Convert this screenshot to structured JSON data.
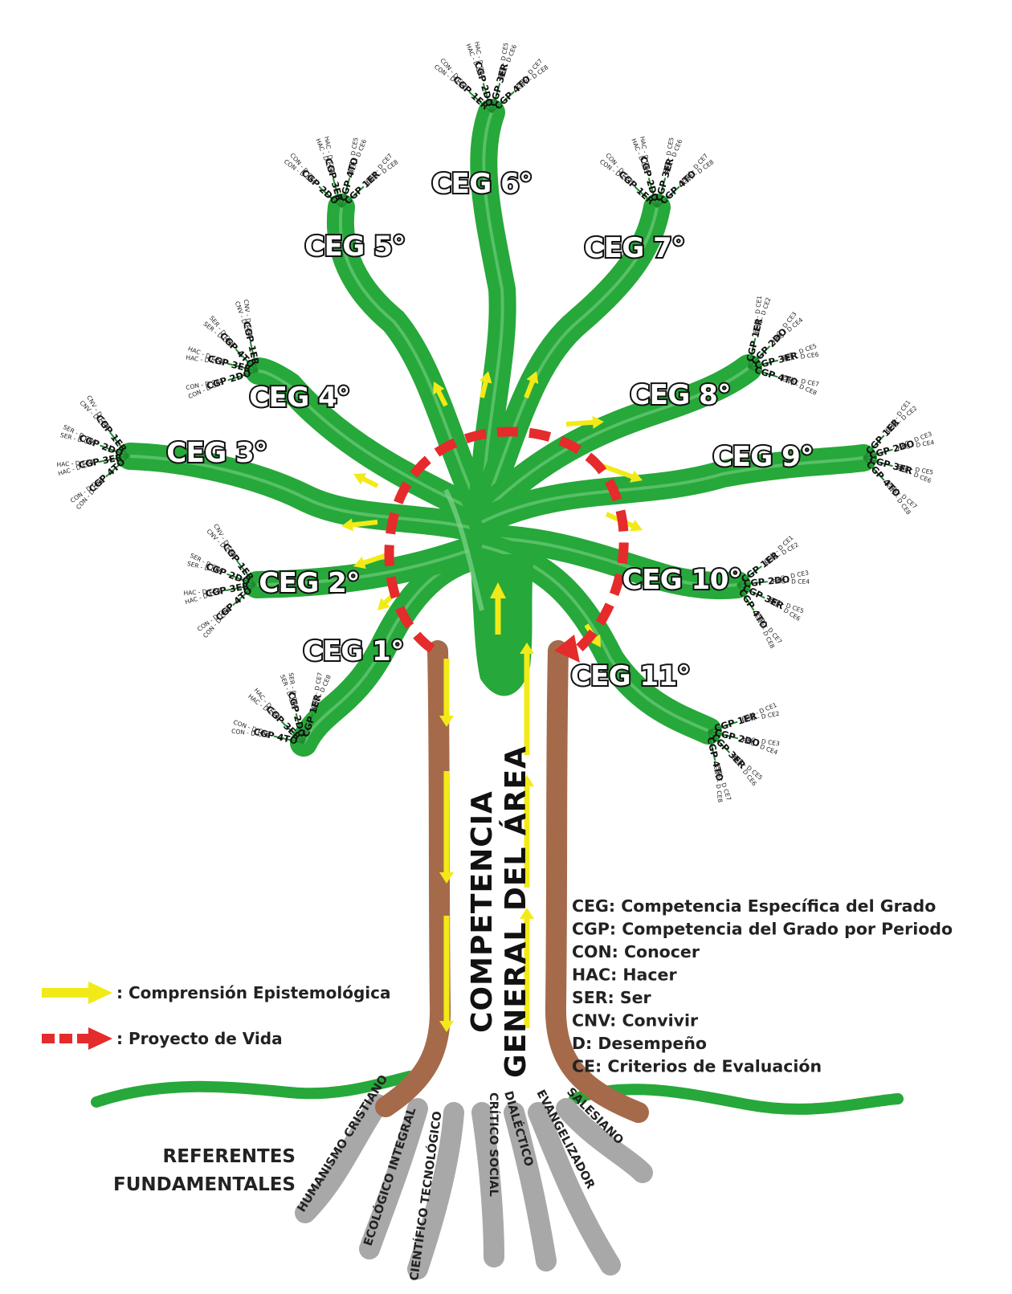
{
  "colors": {
    "branch": "#27a83a",
    "branch_light": "#7fd38a",
    "trunk_root": "#a56a4a",
    "arrow_yellow": "#f2ea17",
    "life_red": "#e52b2b",
    "root_gray": "#a8a8a8"
  },
  "trunk_title": [
    "COMPETENCIA",
    "GENERAL DEL ÁREA"
  ],
  "cegs": [
    {
      "label": "CEG 1°",
      "periods": [
        "CGP 4TO",
        "CGP 3ER",
        "CGP 2DO",
        "CGP 1ER"
      ]
    },
    {
      "label": "CEG 2°",
      "periods": [
        "CGP 4TO",
        "CGP 3ER",
        "CGP 2DO",
        "CGP 1ER"
      ]
    },
    {
      "label": "CEG 3°",
      "periods": [
        "CGP 4TO",
        "CGP 3ER",
        "CGP 2DO",
        "CGP 1ER"
      ]
    },
    {
      "label": "CEG 4°",
      "periods": [
        "CGP 2DO",
        "CGP 3ER",
        "CGP 4TO",
        "CGP 1ER"
      ]
    },
    {
      "label": "CEG 5°",
      "periods": [
        "CGP 2DO",
        "CGP 3ER",
        "CGP 4TO",
        "CGP 1ER"
      ]
    },
    {
      "label": "CEG 6°",
      "periods": [
        "CGP 1ER",
        "CGP 2DO",
        "CGP 3ER",
        "CGP 4TO"
      ]
    },
    {
      "label": "CEG 7°",
      "periods": [
        "CGP 1ER",
        "CGP 2DO",
        "CGP 3ER",
        "CGP 4TO"
      ]
    },
    {
      "label": "CEG 8°",
      "periods": [
        "CGP 1ER",
        "CGP 2DO",
        "CGP 3ER",
        "CGP 4TO"
      ]
    },
    {
      "label": "CEG 9°",
      "periods": [
        "CGP 1ER",
        "CGP 2DO",
        "CGP 3ER",
        "CGP 4TO"
      ]
    },
    {
      "label": "CEG 10°",
      "periods": [
        "CGP 1ER",
        "CGP 2DO",
        "CGP 3ER",
        "CGP 4TO"
      ]
    },
    {
      "label": "CEG 11°",
      "periods": [
        "CGP 1ER",
        "CGP 2DO",
        "CGP 3ER",
        "CGP 4TO"
      ]
    }
  ],
  "leaves": [
    "CON - D CE1",
    "CON - D CE2",
    "HAC - D CE3",
    "HAC - D CE4",
    "SER - D CE5",
    "SER - D CE6",
    "CNV - D CE7",
    "CNV - D CE8"
  ],
  "legend": {
    "epistemological": ": Comprensión Epistemológica",
    "life_project": ": Proyecto de Vida"
  },
  "abbreviations": [
    "CEG: Competencia Específica del Grado",
    "CGP: Competencia del Grado por Periodo",
    "CON: Conocer",
    "HAC: Hacer",
    "SER: Ser",
    "CNV: Convivir",
    "D: Desempeño",
    "CE: Criterios de Evaluación"
  ],
  "referents_title": [
    "REFERENTES",
    "FUNDAMENTALES"
  ],
  "roots": [
    "HUMANISMO CRISTIANO",
    "ECOLÓGICO INTEGRAL",
    "CIENTÍFICO TECNOLÓGICO",
    "CRÍTICO SOCIAL",
    "DIALÉCTICO",
    "EVANGELIZADOR",
    "SALESIANO"
  ]
}
